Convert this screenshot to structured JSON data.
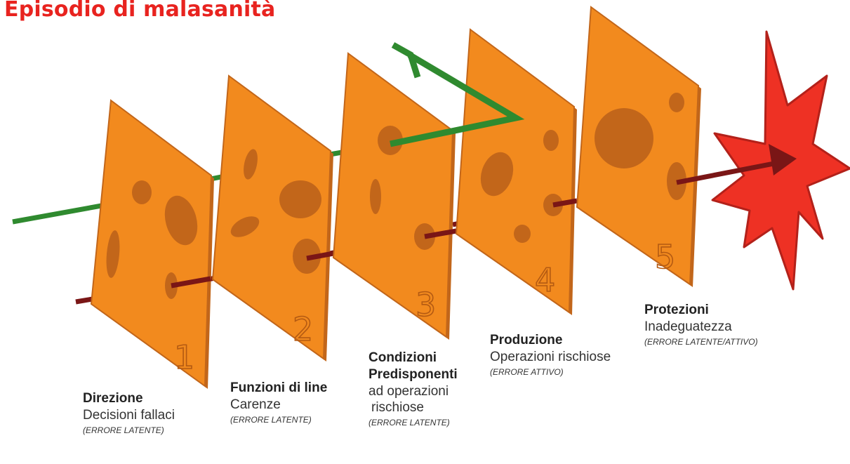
{
  "title": "Episodio di malasanità",
  "layers": [
    {
      "number": "1",
      "heading": "Direzione",
      "lines": [
        "Decisioni fallaci"
      ],
      "error": "(ERRORE LATENTE)"
    },
    {
      "number": "2",
      "heading": "Funzioni di line",
      "lines": [
        "Carenze"
      ],
      "error": "(ERRORE LATENTE)"
    },
    {
      "number": "3",
      "heading": "Condizioni",
      "heading2": "Predisponenti",
      "lines": [
        "ad operazioni",
        "rischiose"
      ],
      "error": "(ERRORE LATENTE)"
    },
    {
      "number": "4",
      "heading": "Produzione",
      "lines": [
        "Operazioni rischiose"
      ],
      "error": "(ERRORE ATTIVO)"
    },
    {
      "number": "5",
      "heading": "Protezioni",
      "lines": [
        "Inadeguatezza"
      ],
      "error": "(ERRORE LATENTE/ATTIVO)"
    }
  ],
  "colors": {
    "title": "#e8231f",
    "slice": "#f28a1e",
    "slice_edge": "#c2661a",
    "blocked_arrow": "#2f8a2f",
    "accident_arrow": "#7a1616",
    "explosion": "#ee3124",
    "explosion_edge": "#b3211a"
  },
  "icons": {
    "accident": "explosion-icon"
  }
}
